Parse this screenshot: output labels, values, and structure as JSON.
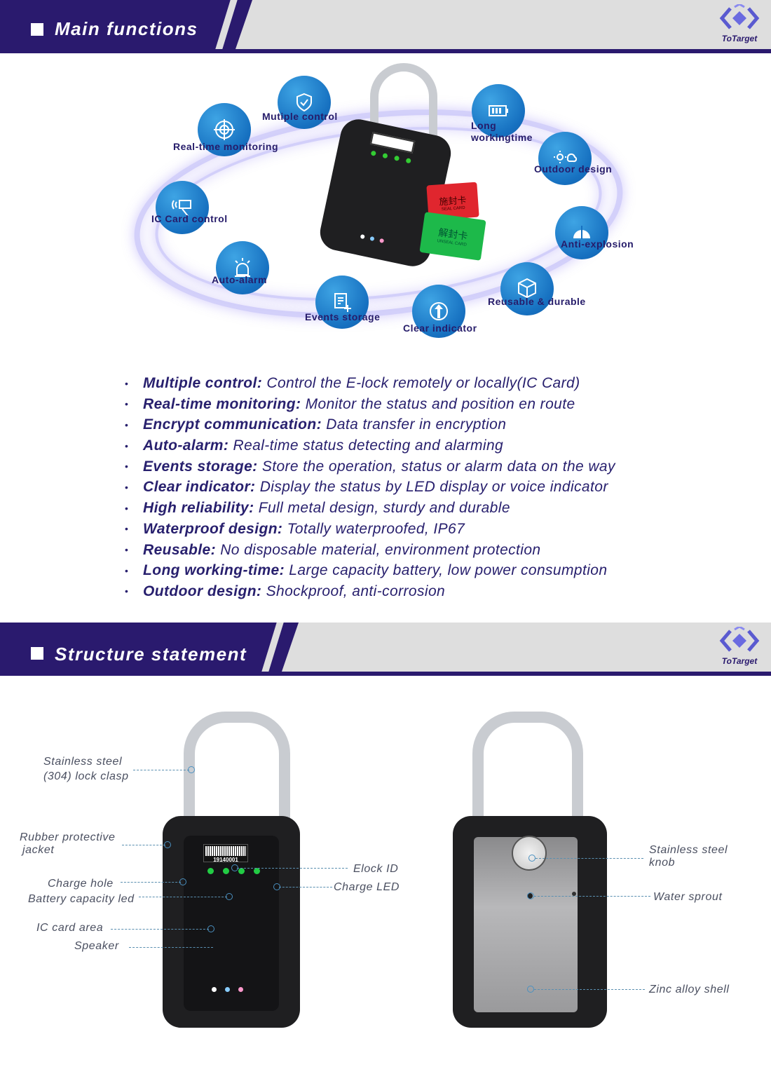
{
  "sections": {
    "main": {
      "title": "Main functions"
    },
    "structure": {
      "title": "Structure statement"
    }
  },
  "logo": {
    "text": "ToTarget",
    "icon": "diamond-chevrons-logo"
  },
  "colors": {
    "brand_navy": "#2a1a6e",
    "banner_gray": "#dedede",
    "bubble_blue": "#1670c0",
    "text_navy": "#28206e"
  },
  "function_bubbles": [
    {
      "label": "Mutiple control",
      "icon": "shield-check-icon"
    },
    {
      "label": "Real-time monitoring",
      "icon": "target-icon"
    },
    {
      "label": "IC Card control",
      "icon": "card-tap-icon"
    },
    {
      "label": "Auto-alarm",
      "icon": "alarm-light-icon"
    },
    {
      "label": "Events storage",
      "icon": "document-add-icon"
    },
    {
      "label": "Clear indicator",
      "icon": "arrow-up-circle-icon"
    },
    {
      "label": "Reusable & durable",
      "icon": "cube-icon"
    },
    {
      "label": "Anti-explosion",
      "icon": "dome-icon"
    },
    {
      "label": "Outdoor design",
      "icon": "sun-rain-icon"
    },
    {
      "label": "Long workingtime",
      "label_line1": "Long",
      "label_line2": "workingtime",
      "icon": "battery-icon"
    }
  ],
  "cards": {
    "seal": {
      "cn": "施封卡",
      "en": "SEAL CARD"
    },
    "unseal": {
      "cn": "解封卡",
      "en": "UNSEAL CARD"
    }
  },
  "features": [
    {
      "title": "Multiple control:",
      "desc": "Control the E-lock remotely or locally(IC Card)"
    },
    {
      "title": "Real-time monitoring:",
      "desc": "Monitor the status and position en route"
    },
    {
      "title": "Encrypt communication:",
      "desc": "Data transfer in encryption"
    },
    {
      "title": "Auto-alarm:",
      "desc": "Real-time status detecting and alarming"
    },
    {
      "title": "Events storage:",
      "desc": "Store the operation, status or alarm data on the way"
    },
    {
      "title": "Clear indicator:",
      "desc": "Display the status by LED display or voice indicator"
    },
    {
      "title": "High reliability:",
      "desc": "Full metal design, sturdy and durable"
    },
    {
      "title": "Waterproof design:",
      "desc": "Totally waterproofed, IP67"
    },
    {
      "title": "Reusable:",
      "desc": "No disposable material, environment protection"
    },
    {
      "title": "Long working-time:",
      "desc": "Large capacity battery, low power consumption"
    },
    {
      "title": "Outdoor design:",
      "desc": "Shockproof, anti-corrosion"
    }
  ],
  "front_callouts": {
    "clasp_l1": "Stainless steel",
    "clasp_l2": "(304) lock clasp",
    "jacket_l1": "Rubber protective",
    "jacket_l2": "jacket",
    "charge_hole": "Charge hole",
    "battery_led": "Battery capacity led",
    "ic_area": "IC card area",
    "speaker": "Speaker",
    "elock_id": "Elock ID",
    "charge_led": "Charge LED"
  },
  "back_callouts": {
    "knob_l1": "Stainless steel",
    "knob_l2": "knob",
    "water": "Water sprout",
    "zinc": "Zinc alloy shell"
  },
  "device": {
    "id_number": "19140001"
  }
}
